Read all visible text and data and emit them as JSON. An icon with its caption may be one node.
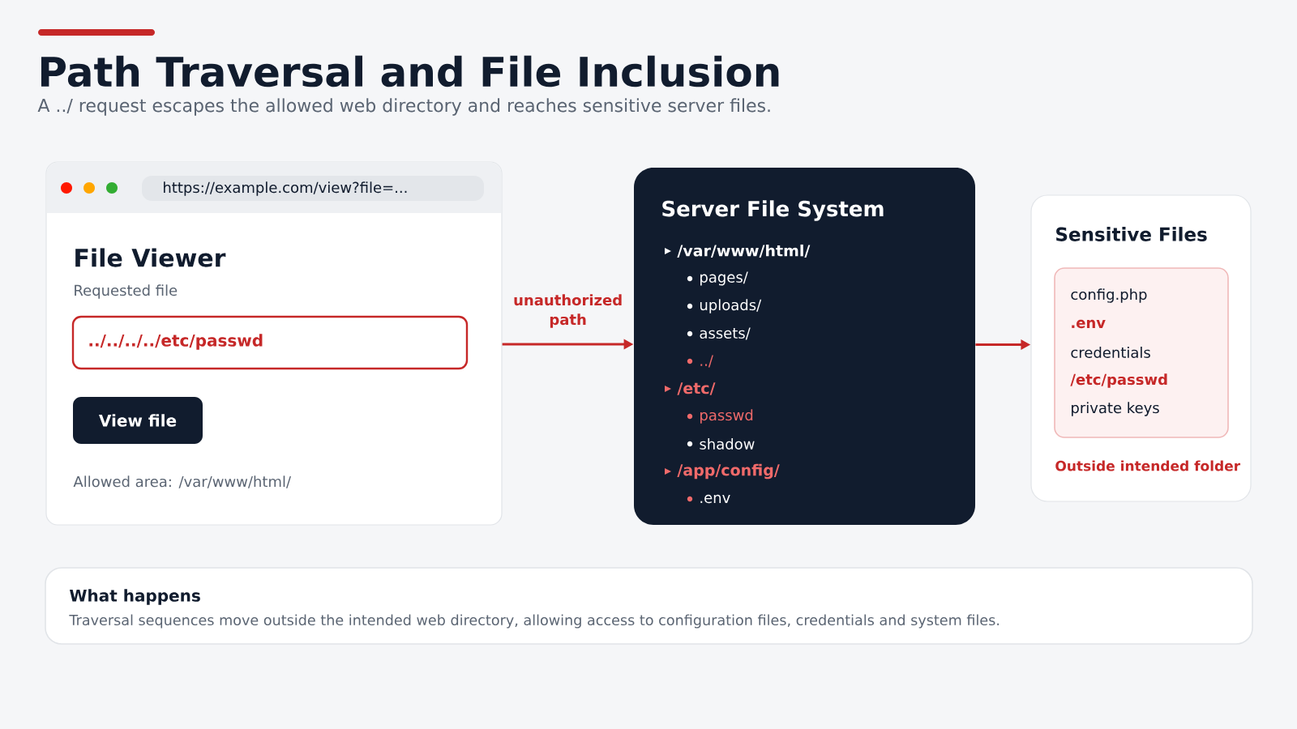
{
  "diagram": {
    "title": "Path Traversal and File Inclusion",
    "nodes": [
      {
        "text": [
          "File Viewer",
          "Requested file",
          "Allowed area: /var/www/html/"
        ]
      },
      {
        "text": [
          "https://example.com/view?file=..."
        ],
        "in": 0
      },
      {
        "text": [
          "../../../../etc/passwd"
        ],
        "in": 0
      },
      {
        "text": [
          "View file"
        ],
        "in": 0
      },
      {
        "text": [
          "Server File System",
          "/var/www/html/",
          "pages/",
          "uploads/",
          "assets/",
          "../",
          "/etc/",
          "passwd",
          "shadow",
          "/app/config/",
          ".env"
        ]
      },
      {
        "text": [
          "Sensitive Files",
          "Outside intended folder"
        ]
      },
      {
        "text": [
          "config.php",
          ".env",
          "credentials",
          "/etc/passwd",
          "private keys"
        ],
        "in": 5
      },
      {
        "text": [
          "What happens",
          "Traversal sequences move outside the intended web directory, allowing access to configuration files, credentials and system files."
        ]
      }
    ],
    "edges": [
      {
        "from": 0,
        "to": 4,
        "arrow": "to",
        "label": "unauthorized path"
      },
      {
        "from": 4,
        "to": 5,
        "arrow": "to"
      }
    ],
    "labels": [
      "A ../ request escapes the allowed web directory and reaches sensitive server files."
    ]
  }
}
